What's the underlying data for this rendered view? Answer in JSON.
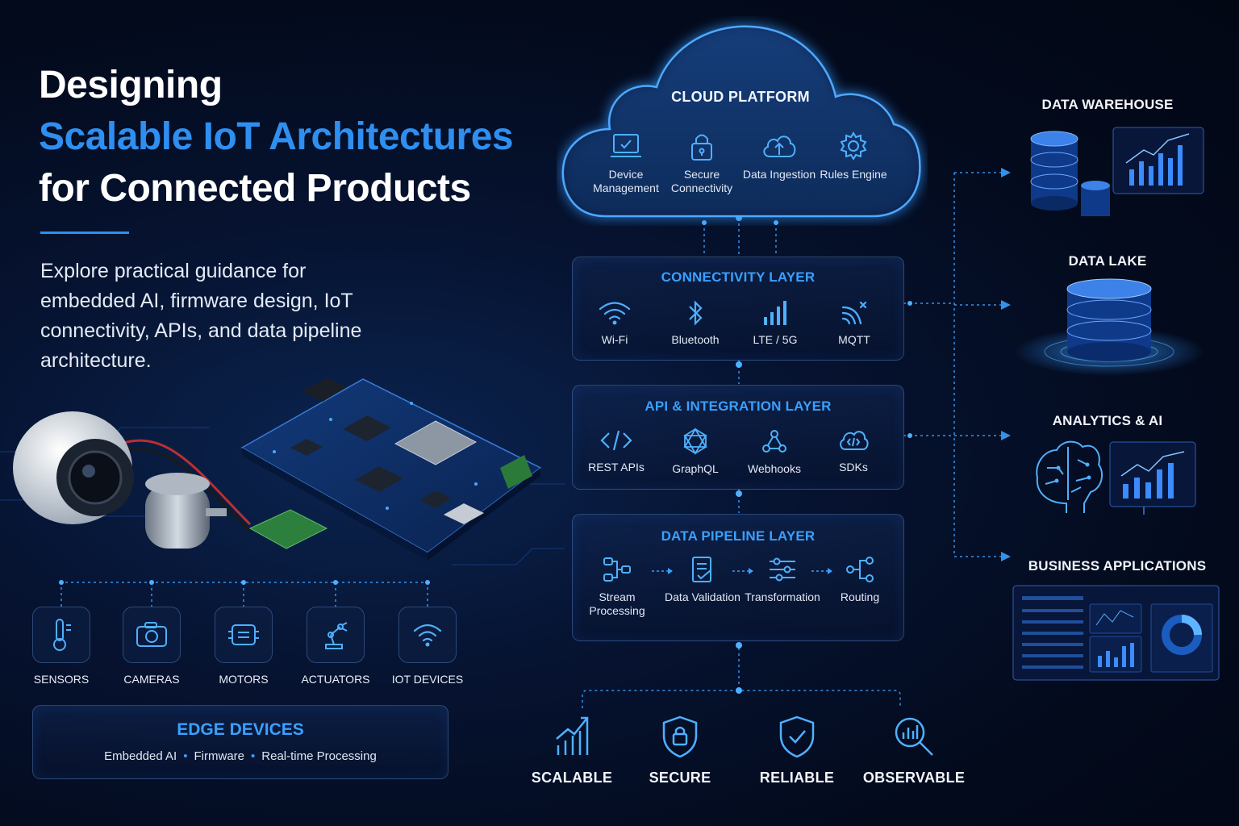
{
  "title": {
    "line1": "Designing",
    "line2": "Scalable IoT Architectures",
    "line3": "for Connected Products"
  },
  "description": "Explore practical guidance for embedded AI, firmware design, IoT connectivity, APIs, and data pipeline architecture.",
  "cloud": {
    "title": "CLOUD PLATFORM",
    "items": [
      {
        "label": "Device Management",
        "icon": "laptop-icon"
      },
      {
        "label": "Secure Connectivity",
        "icon": "lock-icon"
      },
      {
        "label": "Data Ingestion",
        "icon": "cloud-upload-icon"
      },
      {
        "label": "Rules Engine",
        "icon": "gear-icon"
      }
    ]
  },
  "connectivity": {
    "title": "CONNECTIVITY LAYER",
    "items": [
      {
        "label": "Wi-Fi",
        "icon": "wifi-icon"
      },
      {
        "label": "Bluetooth",
        "icon": "bluetooth-icon"
      },
      {
        "label": "LTE / 5G",
        "icon": "signal-bars-icon"
      },
      {
        "label": "MQTT",
        "icon": "mqtt-icon"
      }
    ]
  },
  "api": {
    "title": "API & INTEGRATION LAYER",
    "items": [
      {
        "label": "REST APIs",
        "icon": "code-icon"
      },
      {
        "label": "GraphQL",
        "icon": "graphql-icon"
      },
      {
        "label": "Webhooks",
        "icon": "webhook-icon"
      },
      {
        "label": "SDKs",
        "icon": "sdk-icon"
      }
    ]
  },
  "pipeline": {
    "title": "DATA PIPELINE LAYER",
    "items": [
      {
        "label": "Stream Processing",
        "icon": "stream-icon"
      },
      {
        "label": "Data Validation",
        "icon": "checklist-icon"
      },
      {
        "label": "Transformation",
        "icon": "sliders-icon"
      },
      {
        "label": "Routing",
        "icon": "routing-icon"
      }
    ]
  },
  "destinations": [
    {
      "label": "DATA WAREHOUSE",
      "icon": "database-icon"
    },
    {
      "label": "DATA LAKE",
      "icon": "data-lake-icon"
    },
    {
      "label": "ANALYTICS & AI",
      "icon": "brain-icon"
    },
    {
      "label": "BUSINESS APPLICATIONS",
      "icon": "dashboard-icon"
    }
  ],
  "devices": [
    {
      "label": "SENSORS",
      "icon": "thermometer-icon"
    },
    {
      "label": "CAMERAS",
      "icon": "camera-icon"
    },
    {
      "label": "MOTORS",
      "icon": "motor-icon"
    },
    {
      "label": "ACTUATORS",
      "icon": "robot-arm-icon"
    },
    {
      "label": "IOT DEVICES",
      "icon": "wifi-icon"
    }
  ],
  "edge": {
    "title": "EDGE DEVICES",
    "features": [
      "Embedded AI",
      "Firmware",
      "Real-time Processing"
    ]
  },
  "properties": [
    {
      "label": "SCALABLE",
      "icon": "growth-chart-icon"
    },
    {
      "label": "SECURE",
      "icon": "shield-lock-icon"
    },
    {
      "label": "RELIABLE",
      "icon": "shield-check-icon"
    },
    {
      "label": "OBSERVABLE",
      "icon": "magnifier-chart-icon"
    }
  ],
  "colors": {
    "accent": "#2f8ff0",
    "background": "#040b1f",
    "highlight": "#3aa0ff"
  }
}
